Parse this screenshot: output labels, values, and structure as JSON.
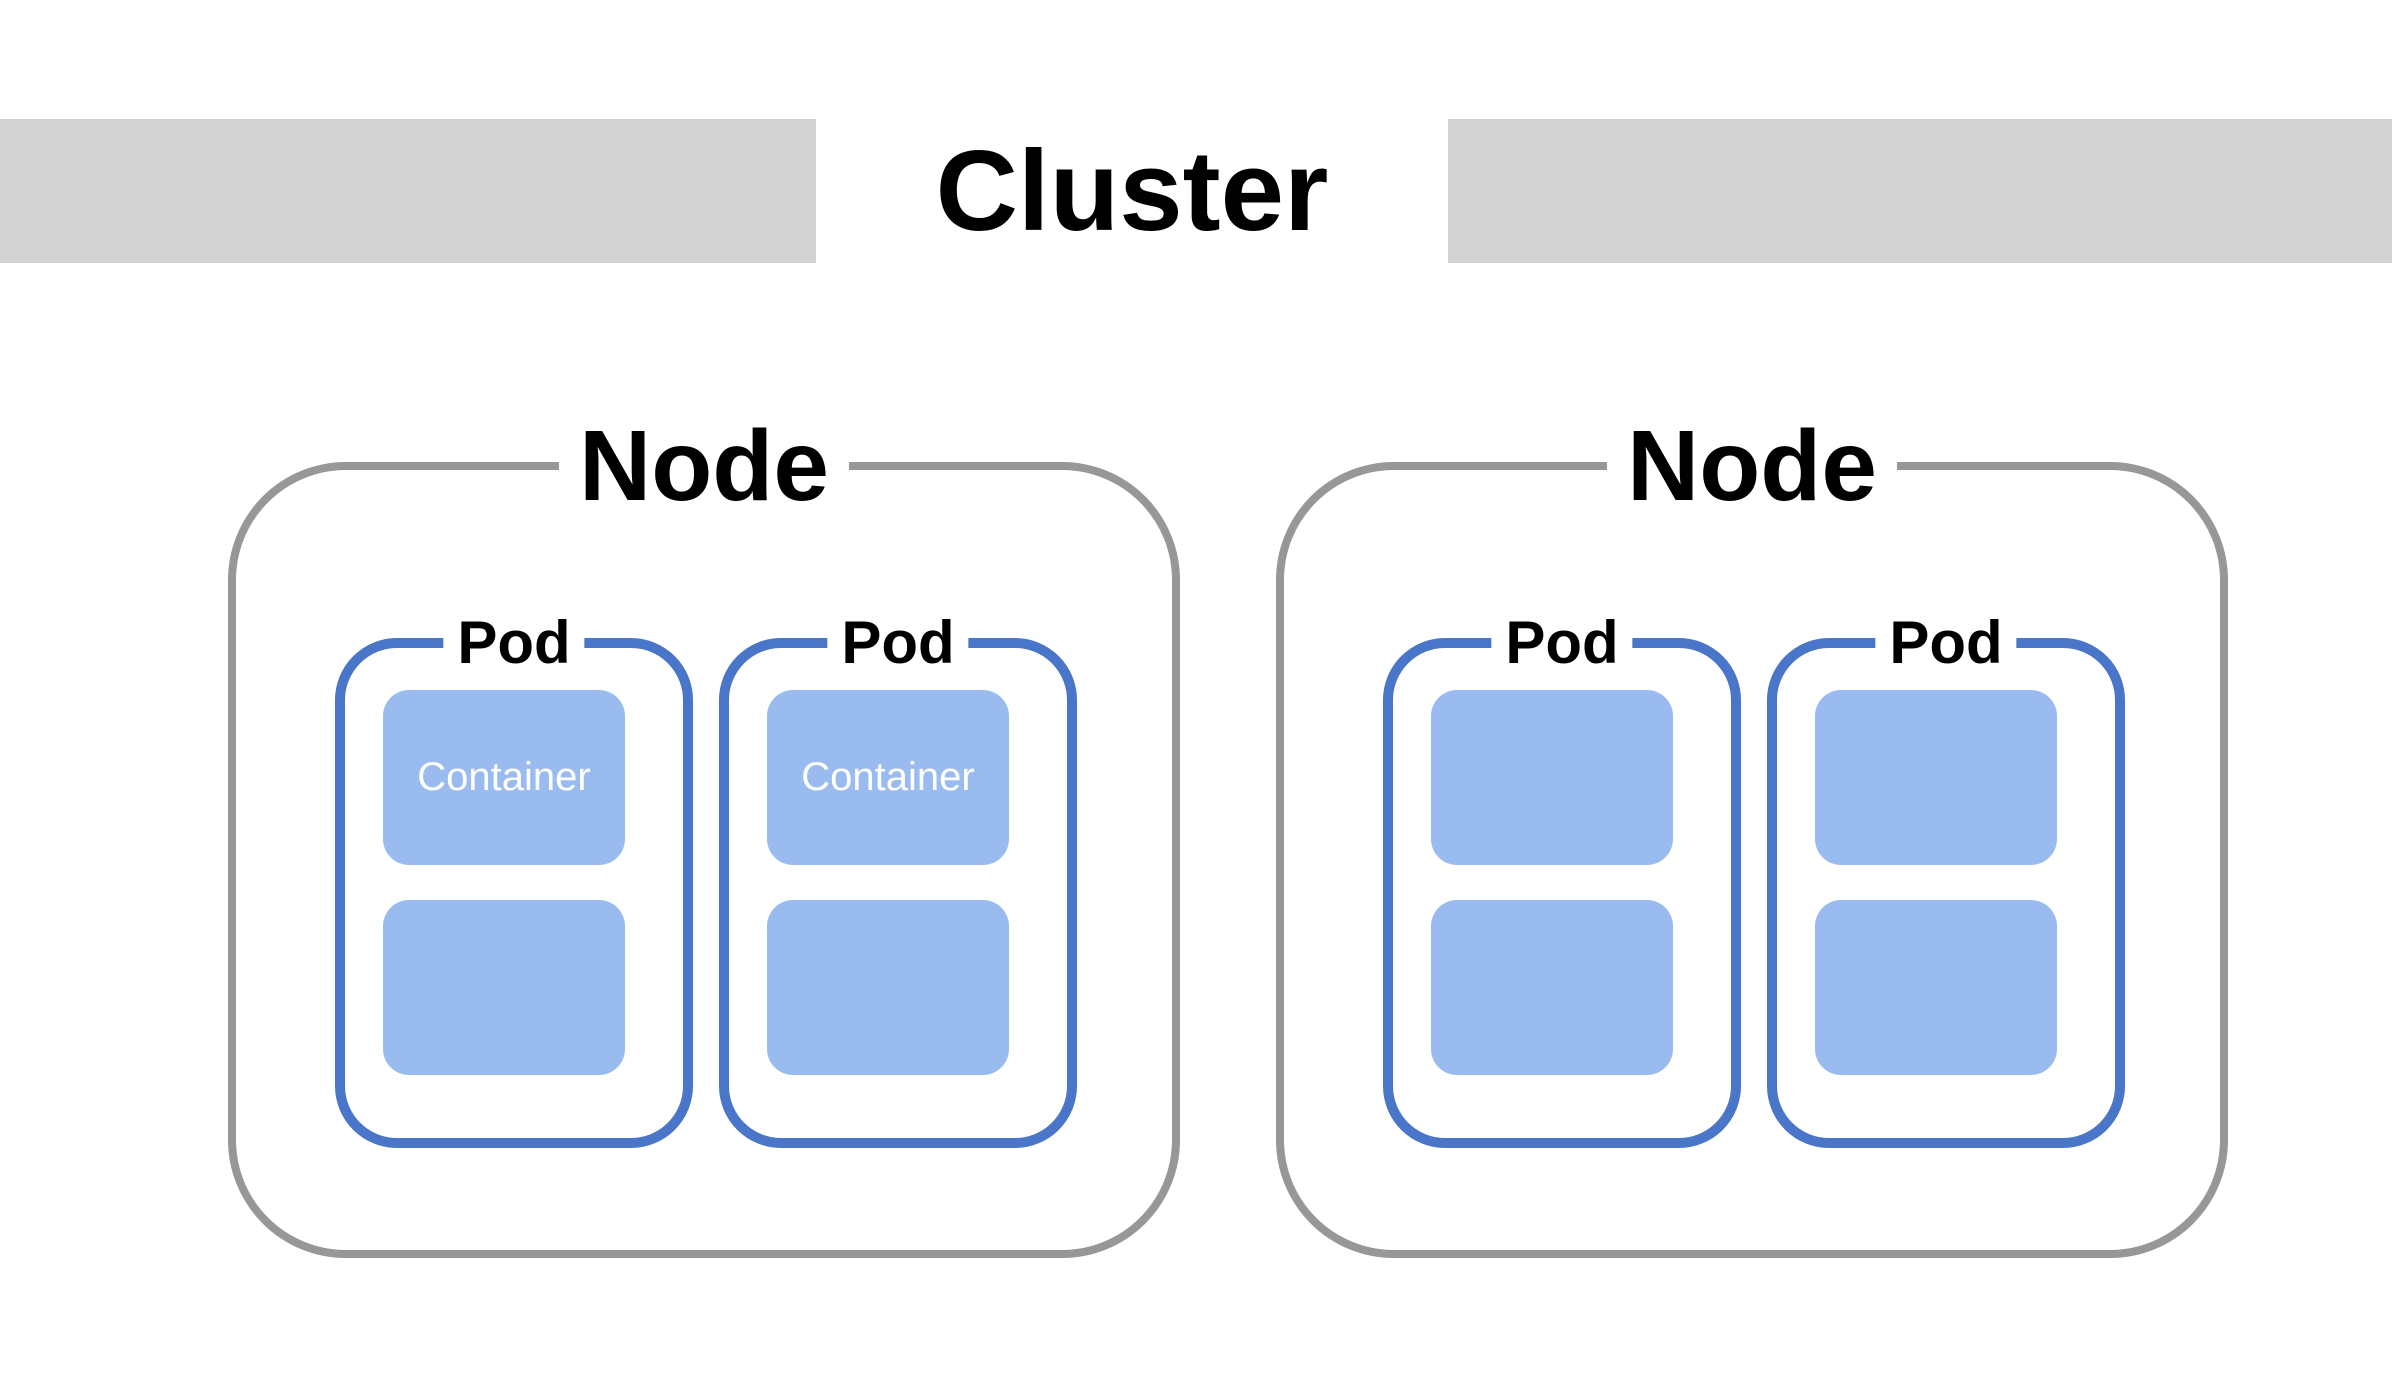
{
  "title": {
    "label": "Cluster"
  },
  "colors": {
    "banner_gray": "#d3d3d3",
    "node_border_gray": "#979797",
    "pod_border_blue": "#4a76c9",
    "container_fill_blue": "#9abbf0",
    "label_black": "#000000",
    "container_text_white": "#ffffff"
  },
  "nodes": [
    {
      "label": "Node",
      "pods": [
        {
          "label": "Pod",
          "containers": [
            {
              "label": "Container"
            },
            {
              "label": ""
            }
          ]
        },
        {
          "label": "Pod",
          "containers": [
            {
              "label": "Container"
            },
            {
              "label": ""
            }
          ]
        }
      ]
    },
    {
      "label": "Node",
      "pods": [
        {
          "label": "Pod",
          "containers": [
            {
              "label": ""
            },
            {
              "label": ""
            }
          ]
        },
        {
          "label": "Pod",
          "containers": [
            {
              "label": ""
            },
            {
              "label": ""
            }
          ]
        }
      ]
    }
  ]
}
